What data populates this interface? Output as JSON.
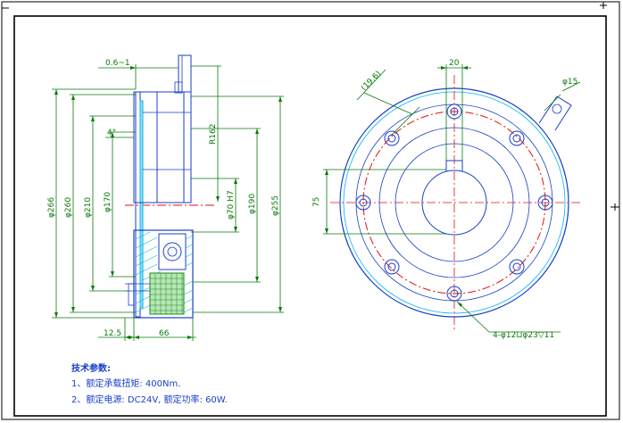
{
  "side_view": {
    "gap": "0.6~1",
    "bevel": "4°",
    "radius": "R162",
    "diameters": [
      "φ266",
      "φ260",
      "φ210",
      "φ170",
      "φ70 H7",
      "φ190",
      "φ255"
    ],
    "widths": [
      "12.5",
      "66"
    ]
  },
  "front_view": {
    "keyway_width": "20",
    "keyway_depth": "(19.6)",
    "hub_offset": "75",
    "pin_hole": "φ15",
    "holes_spec": "4-φ12⊔φ23▽11"
  },
  "tech_notes": {
    "title": "技术参数:",
    "line1": "1、额定承载扭矩: 400Nm.",
    "line2": "2、额定电源: DC24V, 额定功率: 60W."
  },
  "colors": {
    "outline": "#1a3fc8",
    "section": "#00b8e6",
    "dimension": "#0a7a0a",
    "centerline": "#e01010",
    "hatch": "#1a8a1a"
  }
}
